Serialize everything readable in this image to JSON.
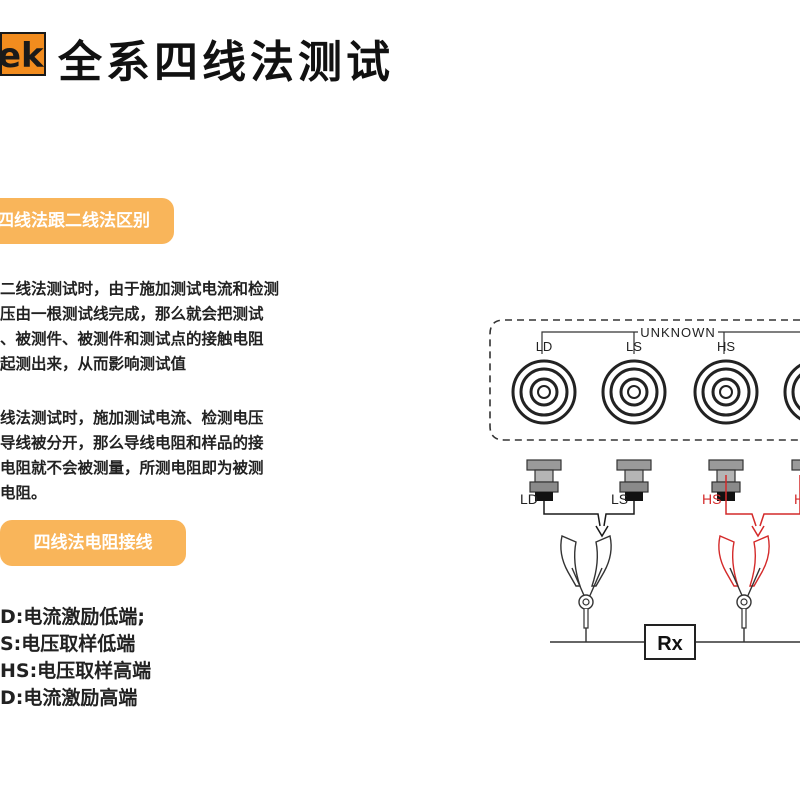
{
  "header": {
    "logo_text": "ek",
    "title": "全系四线法测试"
  },
  "section1": {
    "pill_label": "四线法跟二线法区别",
    "para1": [
      "二线法测试时，由于施加测试电流和检测",
      "压由一根测试线完成，那么就会把测试",
      "、被测件、被测件和测试点的接触电阻",
      "起测出来，从而影响测试值"
    ],
    "para2": [
      "线法测试时，施加测试电流、检测电压",
      "导线被分开，那么导线电阻和样品的接",
      "电阻就不会被测量，所测电阻即为被测",
      "电阻。"
    ]
  },
  "section2": {
    "pill_label": "四线法电阻接线",
    "legend": [
      "D:电流激励低端;",
      "S:电压取样低端",
      "HS:电压取样高端",
      "D:电流激励高端"
    ]
  },
  "diagram": {
    "unknown_label": "UNKNOWN",
    "terminals": [
      "LD",
      "LS",
      "HS"
    ],
    "lead_labels": [
      "LD",
      "LS",
      "HS"
    ],
    "resistor_label": "Rx",
    "colors": {
      "low_leads": "#1a1a1a",
      "high_leads": "#d42a2a",
      "accent": "#f28c1e",
      "pill": "#f9b55a"
    }
  }
}
